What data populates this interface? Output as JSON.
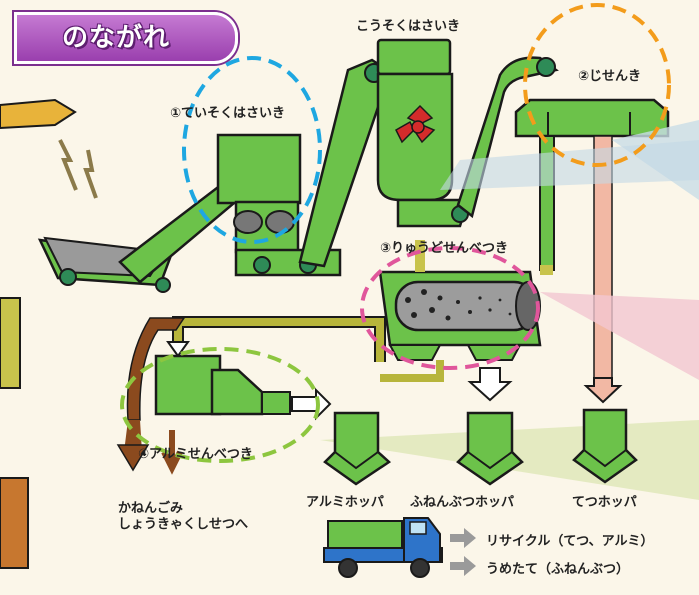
{
  "title": "のながれ",
  "labels": {
    "high_speed_crusher": "こうそくはさいき",
    "magnetic_separator": "②じせんき",
    "low_speed_crusher": "①ていそくはさいき",
    "grain_size_separator": "③りゅうどせんべつき",
    "aluminum_separator": "④アルミせんべつき",
    "incinerable_line1": "かねんごみ",
    "incinerable_line2": "しょうきゃくしせつへ",
    "aluminum_hopper": "アルミホッパ",
    "noncombustible_hopper": "ふねんぶつホッパ",
    "iron_hopper": "てつホッパ",
    "recycle": "リサイクル（てつ、アルミ）",
    "landfill": "うめたて（ふねんぶつ）"
  },
  "colors": {
    "machine_green": "#6cc24a",
    "outline": "#1a1a1a",
    "background": "#fbf6e9",
    "title_purple": "#a64fbf",
    "circle_blue": "#1ea7e1",
    "circle_orange": "#f39c1b",
    "circle_pink": "#e0569b",
    "circle_lime": "#8dc63f",
    "truck_blue": "#2e74c9",
    "belt_brown": "#8b4a1e",
    "arrow_gray": "#9a9a9a"
  }
}
